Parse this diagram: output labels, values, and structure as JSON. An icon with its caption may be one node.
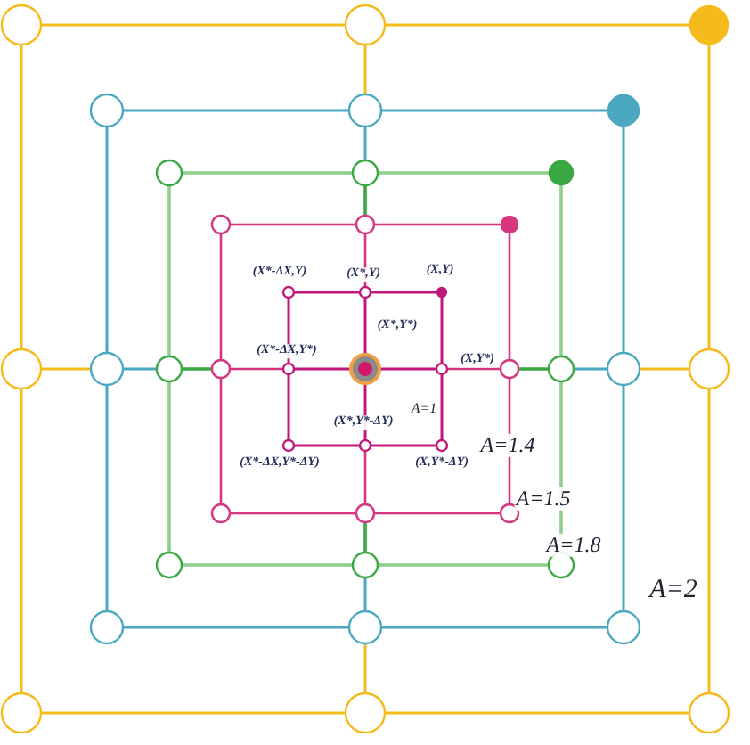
{
  "diagram": {
    "labels": [
      "(X*-ΔX,Y)",
      "(X*,Y)",
      "(X,Y)",
      "(X*,Y*)",
      "(X*-ΔX,Y*)",
      "(X,Y*)",
      "A=1",
      "(X*,Y*-ΔY)",
      "(X*-ΔX,Y*-ΔY)",
      "(X,Y*-ΔY)",
      "A=1.4",
      "A=1.5",
      "A=1.8",
      "A=2"
    ]
  }
}
